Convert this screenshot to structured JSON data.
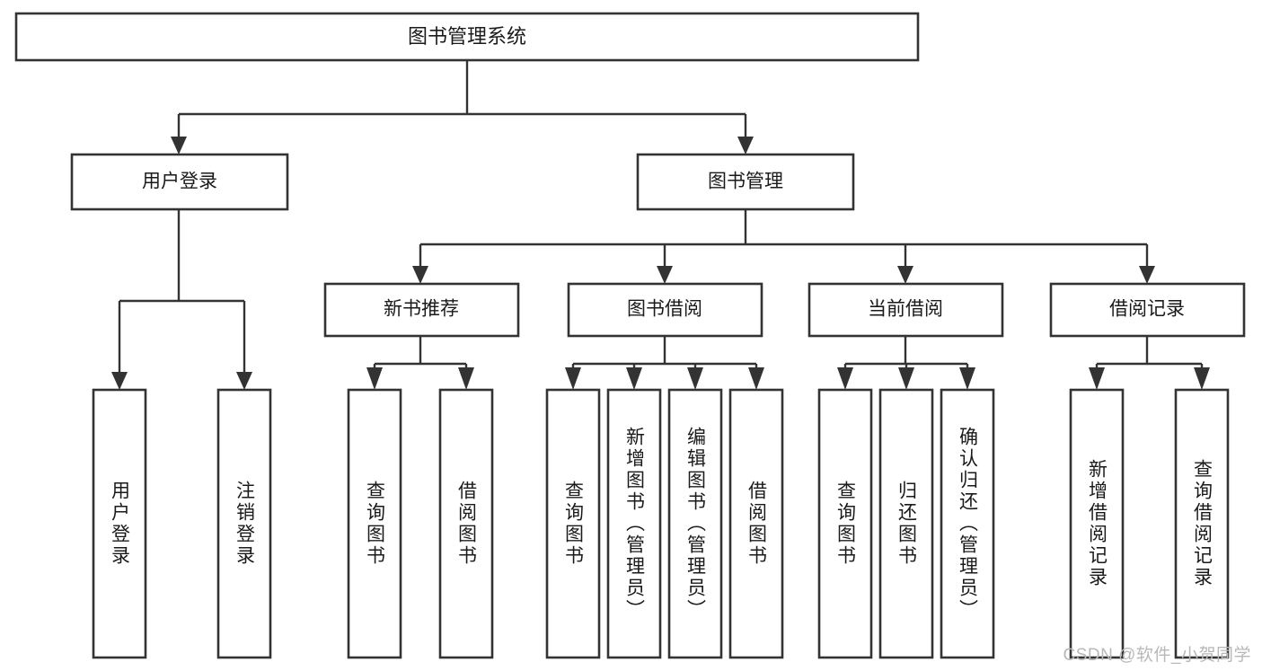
{
  "diagram": {
    "title": "图书管理系统",
    "watermark": "CSDN @软件_小贺同学",
    "style": {
      "line_color": "#333333",
      "box_fill": "#ffffff",
      "text_color": "#1a1a1a",
      "watermark_color": "#b8b8b8"
    },
    "root": {
      "label": "图书管理系统"
    },
    "level2": [
      {
        "label": "用户登录"
      },
      {
        "label": "图书管理"
      }
    ],
    "level3": [
      {
        "label": "新书推荐"
      },
      {
        "label": "图书借阅"
      },
      {
        "label": "当前借阅"
      },
      {
        "label": "借阅记录"
      }
    ],
    "leaves": {
      "user_login": [
        {
          "label": "用户登录"
        },
        {
          "label": "注销登录"
        }
      ],
      "new_book_recommend": [
        {
          "label": "查询图书"
        },
        {
          "label": "借阅图书"
        }
      ],
      "book_borrow": [
        {
          "label": "查询图书"
        },
        {
          "label": "新增图书（管理员）"
        },
        {
          "label": "编辑图书（管理员）"
        },
        {
          "label": "借阅图书"
        }
      ],
      "current_borrow": [
        {
          "label": "查询图书"
        },
        {
          "label": "归还图书"
        },
        {
          "label": "确认归还（管理员）"
        }
      ],
      "borrow_record": [
        {
          "label": "新增借阅记录"
        },
        {
          "label": "查询借阅记录"
        }
      ]
    }
  }
}
